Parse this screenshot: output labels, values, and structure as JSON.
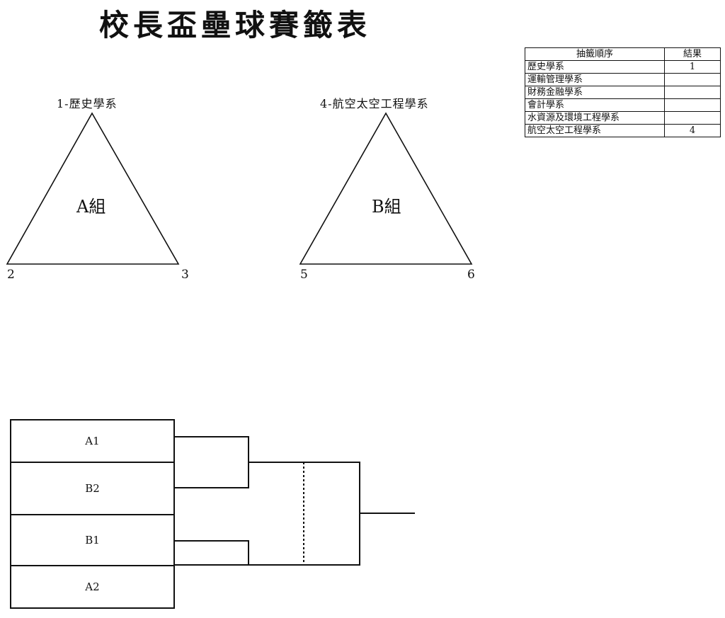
{
  "title": "校長盃壘球賽籤表",
  "draw_table": {
    "headers": [
      "抽籤順序",
      "結果"
    ],
    "rows": [
      {
        "team": "歷史學系",
        "result": "1"
      },
      {
        "team": "運輸管理學系",
        "result": ""
      },
      {
        "team": "財務金融學系",
        "result": ""
      },
      {
        "team": "會計學系",
        "result": ""
      },
      {
        "team": "水資源及環境工程學系",
        "result": ""
      },
      {
        "team": "航空太空工程學系",
        "result": "4"
      }
    ]
  },
  "pools": [
    {
      "name": "A組",
      "top_label": "1-歷史學系",
      "left_label": "2",
      "right_label": "3"
    },
    {
      "name": "B組",
      "top_label": "4-航空太空工程學系",
      "left_label": "5",
      "right_label": "6"
    }
  ],
  "bracket": {
    "slots": [
      "A1",
      "B2",
      "B1",
      "A2"
    ]
  }
}
